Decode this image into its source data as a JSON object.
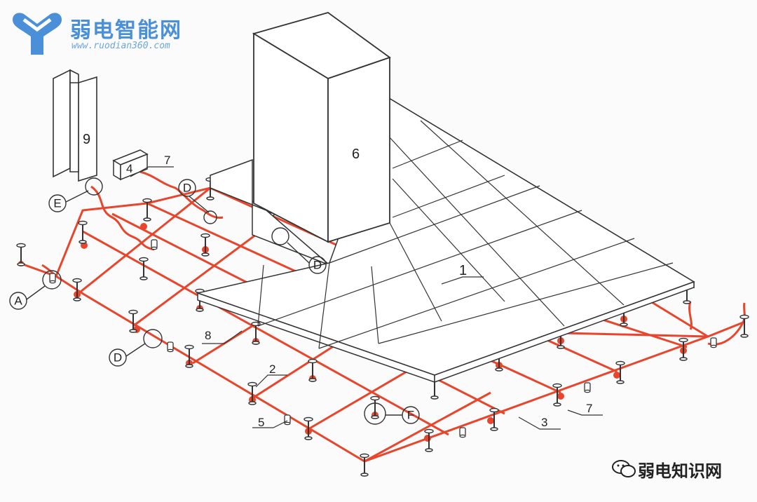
{
  "brand": {
    "name": "弱电智能网",
    "url": "www.ruodian360.com",
    "logo_color": "#4a90d9"
  },
  "footer": {
    "text": "弱电知识网",
    "icon": "wechat-icon"
  },
  "colors": {
    "ground_strap": "#e8452c",
    "linework": "#333333",
    "panel_fill": "#ffffff"
  },
  "labels": {
    "panel": "1",
    "pedestal": "2",
    "grid_strip": "3",
    "junction_box": "4",
    "clamp": "5",
    "cabinet": "6",
    "braided_wire_top": "7",
    "braided_wire_right": "7",
    "perimeter_strip": "8",
    "steel_column": "9"
  },
  "details": {
    "a": "A",
    "d_top": "D",
    "d_mid": "D",
    "d_left": "D",
    "e": "E",
    "f": "F"
  }
}
